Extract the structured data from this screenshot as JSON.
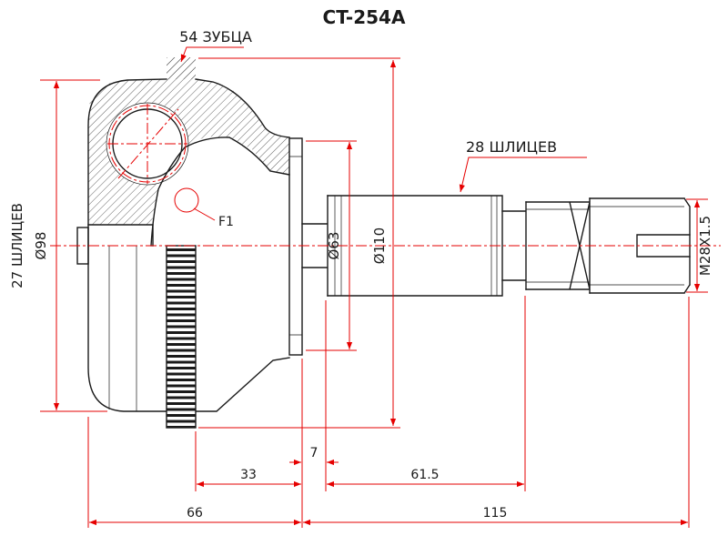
{
  "title": "CT-254A",
  "labels": {
    "teeth_count": "54 ЗУБЦА",
    "splines_left": "27 ШЛИЦЕВ",
    "dia_body": "Ø98",
    "flange_mark": "F1",
    "dia_boot_seat": "Ø63",
    "dia_abs_ring": "Ø110",
    "splines_right": "28 ШЛИЦЕВ",
    "thread": "M28X1.5"
  },
  "dimensions": {
    "len_7": "7",
    "len_33": "33",
    "len_61_5": "61.5",
    "len_66": "66",
    "len_115": "115"
  },
  "colors": {
    "dimension_red": "#e60000",
    "drawing_ink": "#1a1a1a",
    "background": "#ffffff"
  }
}
